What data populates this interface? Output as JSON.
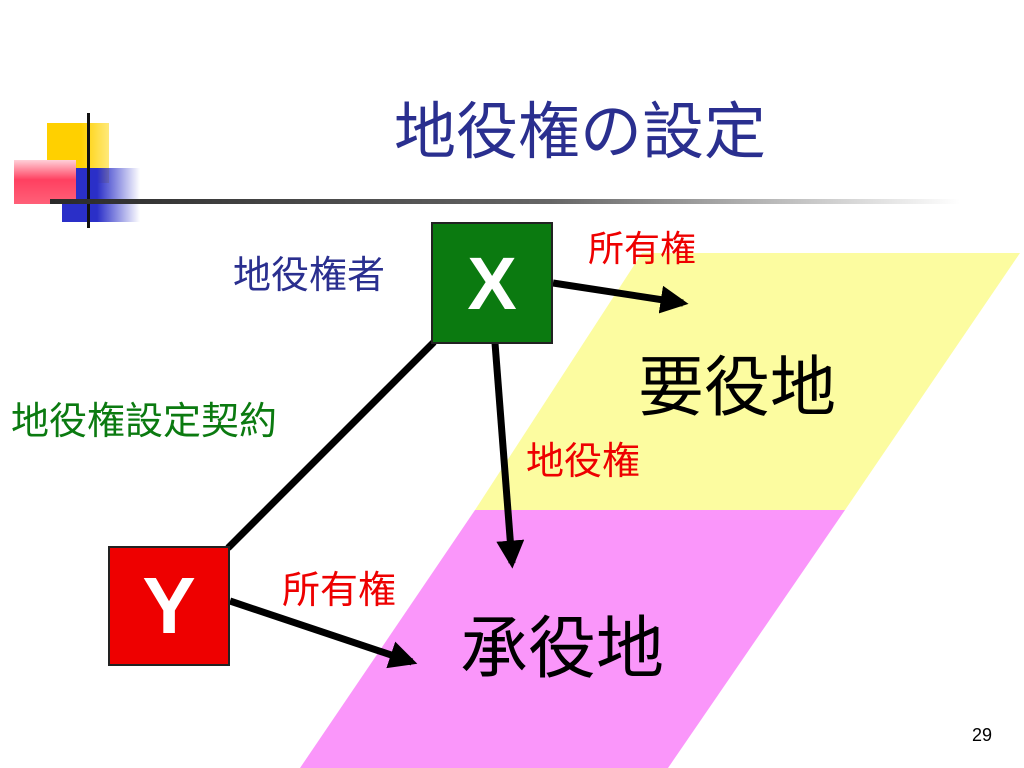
{
  "slide": {
    "title": "地役権の設定",
    "page_number": "29"
  },
  "diagram": {
    "party_x": {
      "letter": "X",
      "role": "地役権者",
      "color": "#0b7a10"
    },
    "party_y": {
      "letter": "Y",
      "color": "#ee0000"
    },
    "contract_label": "地役権設定契約",
    "dominant_land": {
      "label": "要役地",
      "color": "#fcfca0"
    },
    "servient_land": {
      "label": "承役地",
      "color": "#fa96fa"
    },
    "ownership_label_x": "所有権",
    "ownership_label_y": "所有権",
    "easement_label": "地役権"
  },
  "colors": {
    "title": "#2a2f8f",
    "role_text": "#2a2f8f",
    "contract_text": "#0b7a10",
    "rights_text": "#ee0000",
    "deco_yellow": "#ffd000",
    "deco_blue": "#2a2fc8",
    "deco_red": "#ff4060"
  }
}
